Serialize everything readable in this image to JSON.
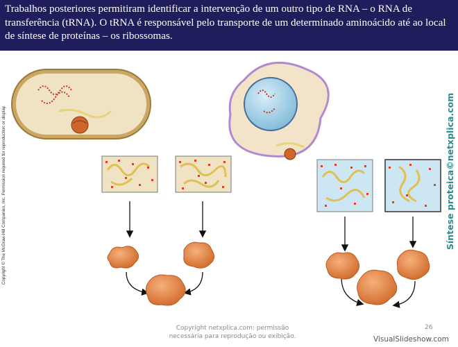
{
  "header": {
    "text": "Trabalhos posteriores permitiram identificar a intervenção de um outro tipo de RNA – o RNA de transferência (tRNA). O tRNA é responsável pelo transporte de um determinado aminoácido até ao local de síntese de proteínas – os ribossomas."
  },
  "side": {
    "copyright": "Copyright © The McGraw-Hill Companies, Inc. Permission required for reproduction or display.",
    "brand": "Síntese proteica©netxplica.com"
  },
  "footer": {
    "copyright": "Copyright netxplica.com: permissão necessária para reprodução ou exibição.",
    "page": "26",
    "watermark": "VisualSlideshow.com"
  },
  "colors": {
    "header_bg": "#1f1d5c",
    "brand": "#2e8b8b",
    "protein": "#e58a4a",
    "cell_wall": "#c9a96b",
    "nucleus": "#9fd0e8"
  }
}
